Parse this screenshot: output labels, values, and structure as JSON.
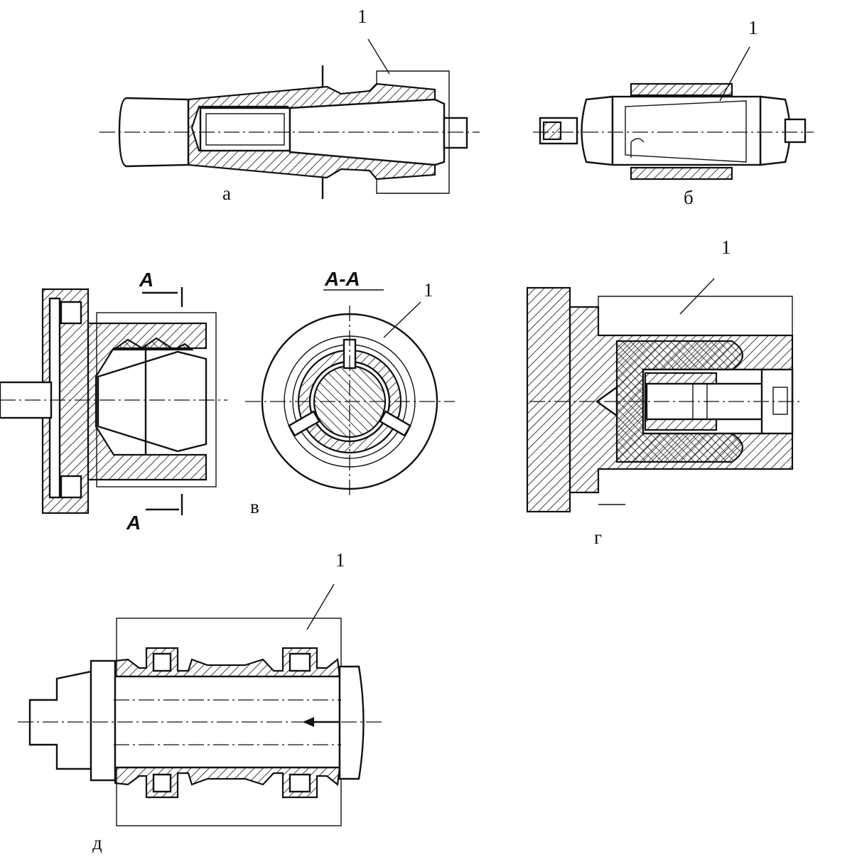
{
  "views": {
    "a": {
      "caption": "а",
      "callout": "1"
    },
    "b": {
      "caption": "б",
      "callout": "1"
    },
    "v": {
      "caption": "в",
      "callout": "1",
      "section_mark_top": "А",
      "section_mark_bottom": "А",
      "section_title": "А-А"
    },
    "g": {
      "caption": "г",
      "callout": "1"
    },
    "d": {
      "caption": "д",
      "callout": "1"
    }
  }
}
